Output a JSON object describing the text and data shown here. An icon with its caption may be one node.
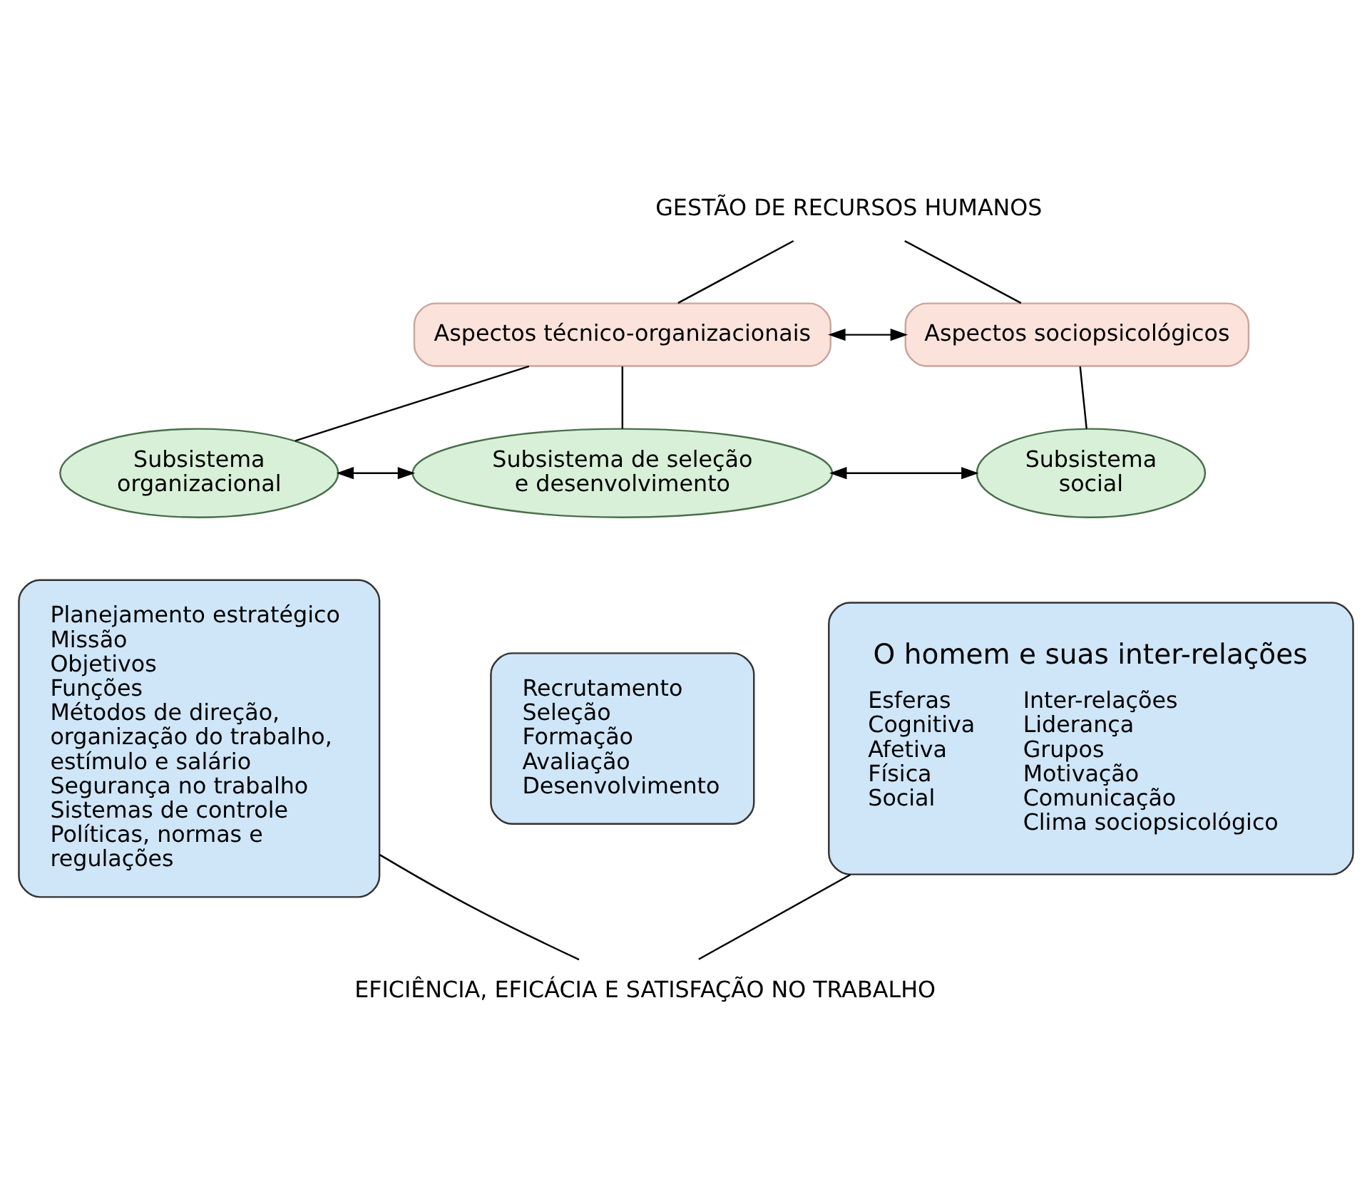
{
  "diagram": {
    "nodes": [
      {
        "text": [
          "GESTÃO DE RECURSOS HUMANOS"
        ]
      },
      {
        "text": [
          "Aspectos técnico-organizacionais"
        ]
      },
      {
        "text": [
          "Aspectos sociopsicológicos"
        ]
      },
      {
        "text": [
          "Subsistema organizacional"
        ]
      },
      {
        "text": [
          "Subsistema de seleção e desenvolvimento"
        ]
      },
      {
        "text": [
          "Subsistema social"
        ]
      },
      {
        "text": [
          "Planejamento estratégico",
          "Missão",
          "Objetivos",
          "Funções",
          "Métodos de direção, organização do trabalho, estímulo e salário",
          "Segurança no trabalho",
          "Sistemas de controle",
          "Políticas, normas e regulações"
        ]
      },
      {
        "text": [
          "Recrutamento",
          "Seleção",
          "Formação",
          "Avaliação",
          "Desenvolvimento"
        ]
      },
      {
        "text": [
          "O homem e suas inter-relações",
          "Esferas",
          "Cognitiva",
          "Afetiva",
          "Física",
          "Social",
          "Inter-relações",
          "Liderança",
          "Grupos",
          "Motivação",
          "Comunicação",
          "Clima sociopsicológico"
        ]
      },
      {
        "text": [
          "EFICIÊNCIA, EFICÁCIA E SATISFAÇÃO NO TRABALHO"
        ]
      }
    ],
    "edges": [
      {
        "from": 0,
        "to": 1,
        "arrow": "none"
      },
      {
        "from": 0,
        "to": 2,
        "arrow": "none"
      },
      {
        "from": 1,
        "to": 2,
        "arrow": "both"
      },
      {
        "from": 1,
        "to": 3,
        "arrow": "none"
      },
      {
        "from": 1,
        "to": 4,
        "arrow": "none"
      },
      {
        "from": 2,
        "to": 5,
        "arrow": "none"
      },
      {
        "from": 3,
        "to": 4,
        "arrow": "both"
      },
      {
        "from": 4,
        "to": 5,
        "arrow": "both"
      },
      {
        "from": 6,
        "to": 9,
        "arrow": "none"
      },
      {
        "from": 8,
        "to": 9,
        "arrow": "none"
      }
    ]
  }
}
